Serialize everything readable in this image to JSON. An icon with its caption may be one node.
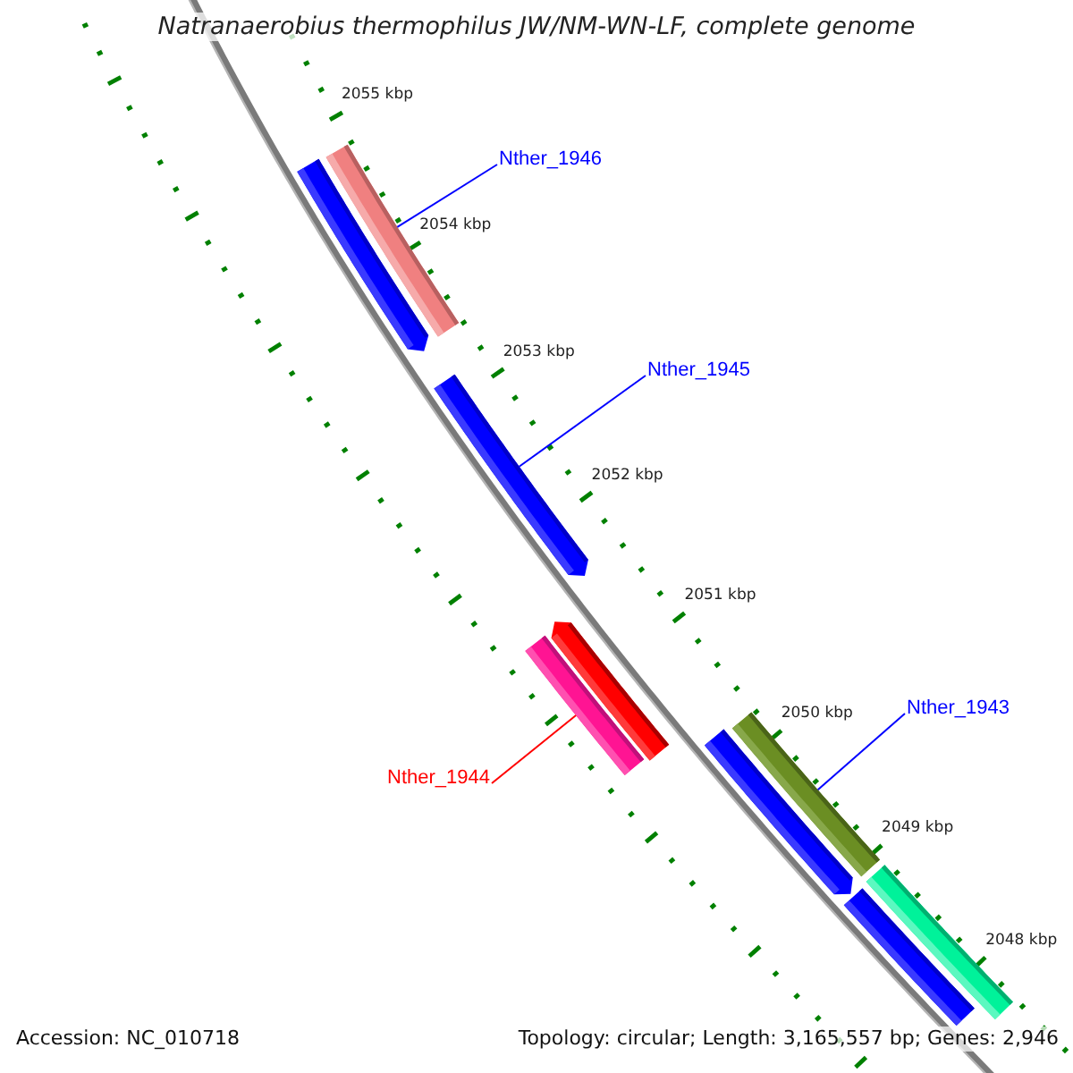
{
  "diagram": {
    "title": "Natranaerobius thermophilus JW/NM-WN-LF, complete genome",
    "nodes": [
      {
        "text": [],
        "shape": "bar"
      },
      {
        "text": [],
        "shape": "bar"
      },
      {
        "text": [
          "Nther_1946"
        ]
      },
      {
        "text": [],
        "shape": "bar"
      },
      {
        "text": [
          "Nther_1945"
        ]
      },
      {
        "text": [],
        "shape": "bar"
      },
      {
        "text": [],
        "shape": "bar"
      },
      {
        "text": [
          "Nther_1944"
        ]
      },
      {
        "text": [],
        "shape": "bar"
      },
      {
        "text": [
          "Nther_1943"
        ]
      },
      {
        "text": [],
        "shape": "bar"
      },
      {
        "text": [],
        "shape": "bar"
      },
      {
        "text": [],
        "shape": "bar"
      }
    ],
    "edges": [
      {
        "from": 2,
        "to": 1,
        "arrow": "none"
      },
      {
        "from": 4,
        "to": 3,
        "arrow": "none"
      },
      {
        "from": 7,
        "to": 6,
        "arrow": "none",
        "color": "#ff0000"
      },
      {
        "from": 9,
        "to": 8,
        "arrow": "none"
      }
    ],
    "labels": [
      "2055 kbp",
      "2054 kbp",
      "2053 kbp",
      "2052 kbp",
      "2051 kbp",
      "2050 kbp",
      "2049 kbp",
      "2048 kbp",
      "Accession: NC_010718",
      "Topology: circular; Length: 3,165,557 bp; Genes: 2,946"
    ]
  }
}
